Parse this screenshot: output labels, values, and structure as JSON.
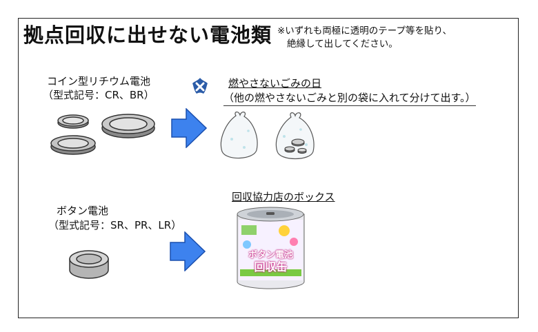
{
  "header": {
    "title": "拠点回収に出せない電池類",
    "note_line1": "※いずれも両極に透明のテープ等を貼り、",
    "note_line2": "絶縁して出してください。"
  },
  "coin_battery": {
    "name": "コイン型リチウム電池",
    "model": "（型式記号：CR、BR）"
  },
  "button_battery": {
    "name": "ボタン電池",
    "model": "（型式記号：SR、PR、LR）"
  },
  "disposal_nonburnable": {
    "title": "燃やさないごみの日",
    "detail": "（他の燃やさないごみと別の袋に入れて分けて出す。）"
  },
  "disposal_store": {
    "title": "回収協力店のボックス",
    "can_label_top": "ボタン電池",
    "can_label_bottom": "回収缶"
  },
  "colors": {
    "arrow": "#3d82ee",
    "icon": "#2b5ca8"
  }
}
